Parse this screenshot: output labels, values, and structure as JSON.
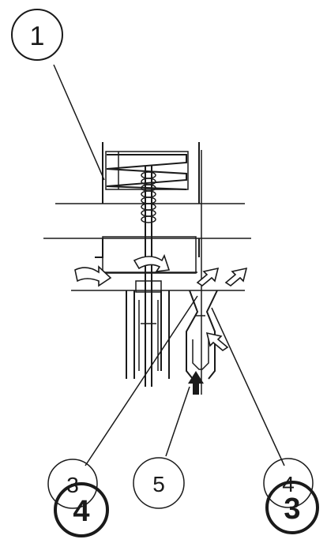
{
  "labels": {
    "callout_1": "1",
    "callout_3_old": "3",
    "callout_4_new": "4",
    "callout_5": "5",
    "callout_4_old": "4",
    "callout_3_new": "3"
  },
  "colors": {
    "ink": "#1a1a1a",
    "paper": "#ffffff"
  }
}
